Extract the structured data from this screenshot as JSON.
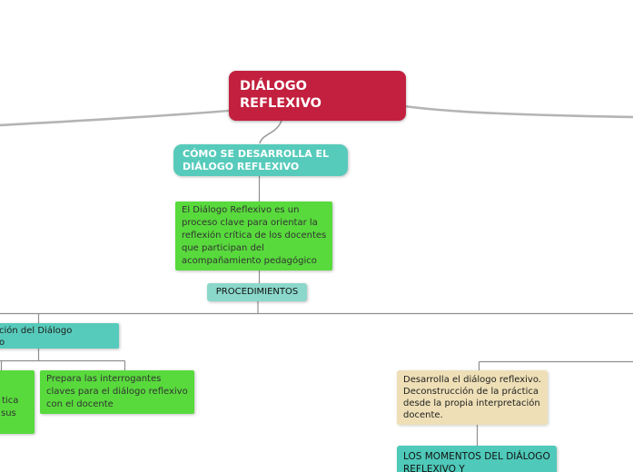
{
  "colors": {
    "root_bg": "#c2203e",
    "teal_bg": "#57cbbb",
    "teal_light_bg": "#8bd8cb",
    "teal_dark_bg": "#4fc9b9",
    "green_bg": "#58da3c",
    "tan_bg": "#eedfb6",
    "branch_line": "#b4b4b4",
    "connector_line": "#8f8f8f"
  },
  "nodes": {
    "root": {
      "label": "DIÁLOGO\nREFLEXIVO"
    },
    "como": {
      "label": "CÓMO SE DESARROLLA EL\nDIÁLOGO REFLEXIVO"
    },
    "descripcion": {
      "label": "El Diálogo Reflexivo es un\nproceso clave para orientar la\nreflexión crítica de los docentes\nque participan del\nacompañamiento pedagógico"
    },
    "procedimientos": {
      "label": "PROCEDIMIENTOS"
    },
    "planificacion": {
      "fragment_line1": "ción del Diálogo",
      "fragment_line2": "o"
    },
    "practica": {
      "fragment_line1": "tica",
      "fragment_line2": "sus"
    },
    "prepara": {
      "label": "Prepara las interrogantes\nclaves para el diálogo reflexivo\ncon el docente"
    },
    "desarrolla": {
      "label": "Desarrolla el diálogo reflexivo.\nDeconstrucción de la práctica\ndesde la propia interpretación\ndocente."
    },
    "momentos": {
      "label": "LOS MOMENTOS DEL DIÁLOGO\nREFLEXIVO Y"
    }
  }
}
